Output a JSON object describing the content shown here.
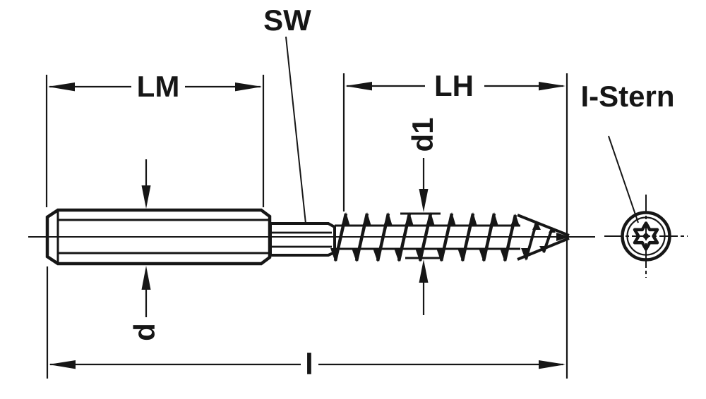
{
  "drawing": {
    "labels": {
      "sw": "SW",
      "lm": "LM",
      "lh": "LH",
      "i_stern": "I-Stern",
      "d1": "d1",
      "d": "d",
      "l": "l"
    },
    "colors": {
      "ink": "#161616",
      "paper": "#ffffff"
    }
  }
}
